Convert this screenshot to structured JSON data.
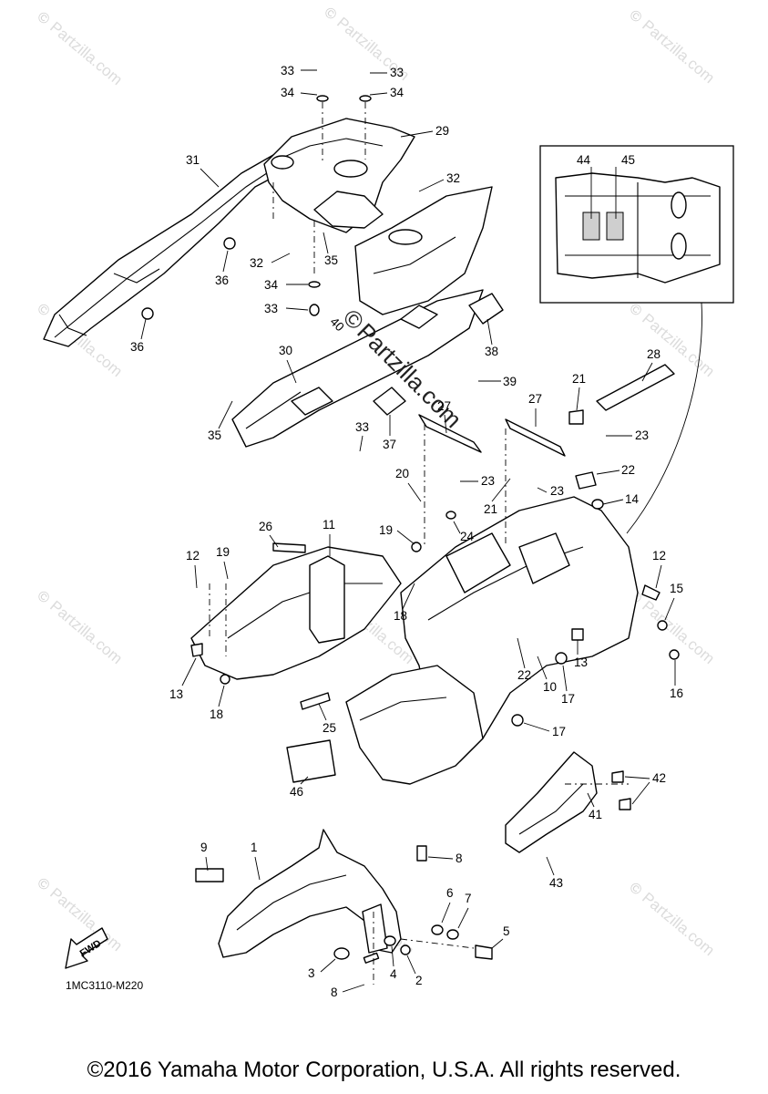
{
  "diagram": {
    "watermark": "Partzilla.com",
    "center_watermark": "Partzilla.com",
    "center_watermark_symbol": "©",
    "diagram_code": "1MC3110-M220",
    "fwd_label": "FWD",
    "copyright": "©2016 Yamaha Motor Corporation, U.S.A. All rights reserved.",
    "inset_part_numbers": [
      "44",
      "45"
    ],
    "callouts": [
      "33",
      "33",
      "34",
      "34",
      "29",
      "31",
      "32",
      "32",
      "36",
      "35",
      "34",
      "33",
      "36",
      "40",
      "38",
      "39",
      "30",
      "35",
      "33",
      "37",
      "28",
      "21",
      "27",
      "27",
      "23",
      "21",
      "23",
      "20",
      "22",
      "23",
      "24",
      "14",
      "19",
      "26",
      "11",
      "12",
      "19",
      "12",
      "15",
      "18",
      "18",
      "13",
      "13",
      "16",
      "10",
      "17",
      "22",
      "25",
      "17",
      "42",
      "46",
      "41",
      "43",
      "9",
      "1",
      "8",
      "6",
      "7",
      "5",
      "3",
      "4",
      "2",
      "8"
    ]
  }
}
